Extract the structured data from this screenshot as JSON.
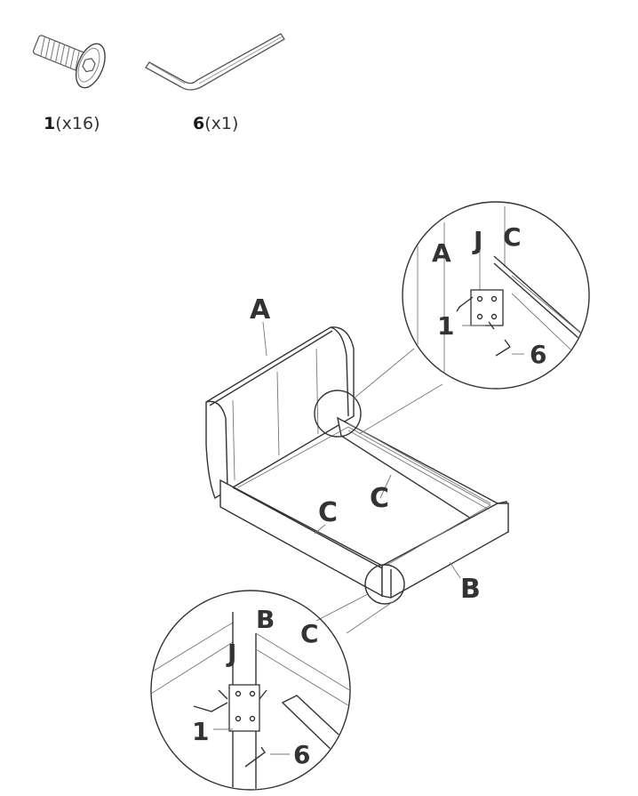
{
  "parts": [
    {
      "number": "1",
      "qty": "(x16)",
      "icon": "bolt-icon"
    },
    {
      "number": "6",
      "qty": "(x1)",
      "icon": "allen-key-icon"
    }
  ],
  "callouts": {
    "headboard": "A",
    "footboard": "B",
    "rail_left": "C",
    "rail_right": "C",
    "detail_top": {
      "a": "A",
      "j": "J",
      "c": "C",
      "bolt": "1",
      "key": "6"
    },
    "detail_bottom": {
      "b": "B",
      "c": "C",
      "j": "J",
      "bolt": "1",
      "key": "6"
    }
  }
}
